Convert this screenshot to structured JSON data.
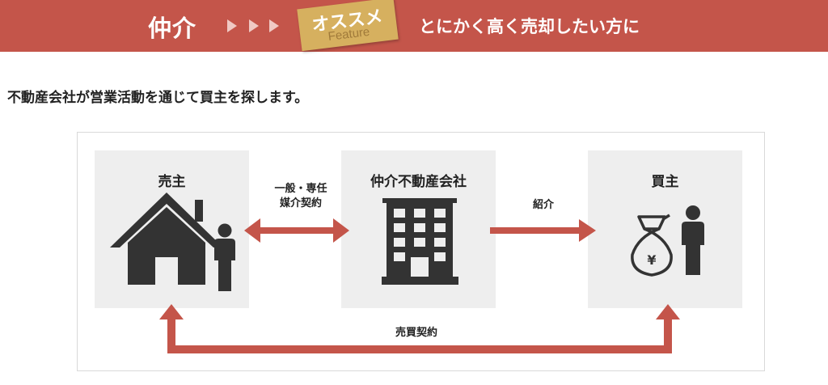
{
  "header": {
    "title": "仲介",
    "badge_main": "オススメ",
    "badge_sub": "Feature",
    "subtitle": "とにかく高く売却したい方に"
  },
  "lead": "不動産会社が営業活動を通じて買主を探します。",
  "diagram": {
    "seller": "売主",
    "agent": "仲介不動産会社",
    "buyer": "買主",
    "contract_line1": "一般・専任",
    "contract_line2": "媒介契約",
    "introduction": "紹介",
    "sales_contract": "売買契約",
    "money_symbol": "¥"
  },
  "colors": {
    "header_bg": "#c4554a",
    "badge_bg": "#d6b05f",
    "arrow": "#c4554a",
    "icon": "#333333",
    "box_bg": "#eeeeee"
  },
  "icons": [
    "chevron-right-icon",
    "house-icon",
    "person-icon",
    "building-icon",
    "money-bag-icon"
  ]
}
